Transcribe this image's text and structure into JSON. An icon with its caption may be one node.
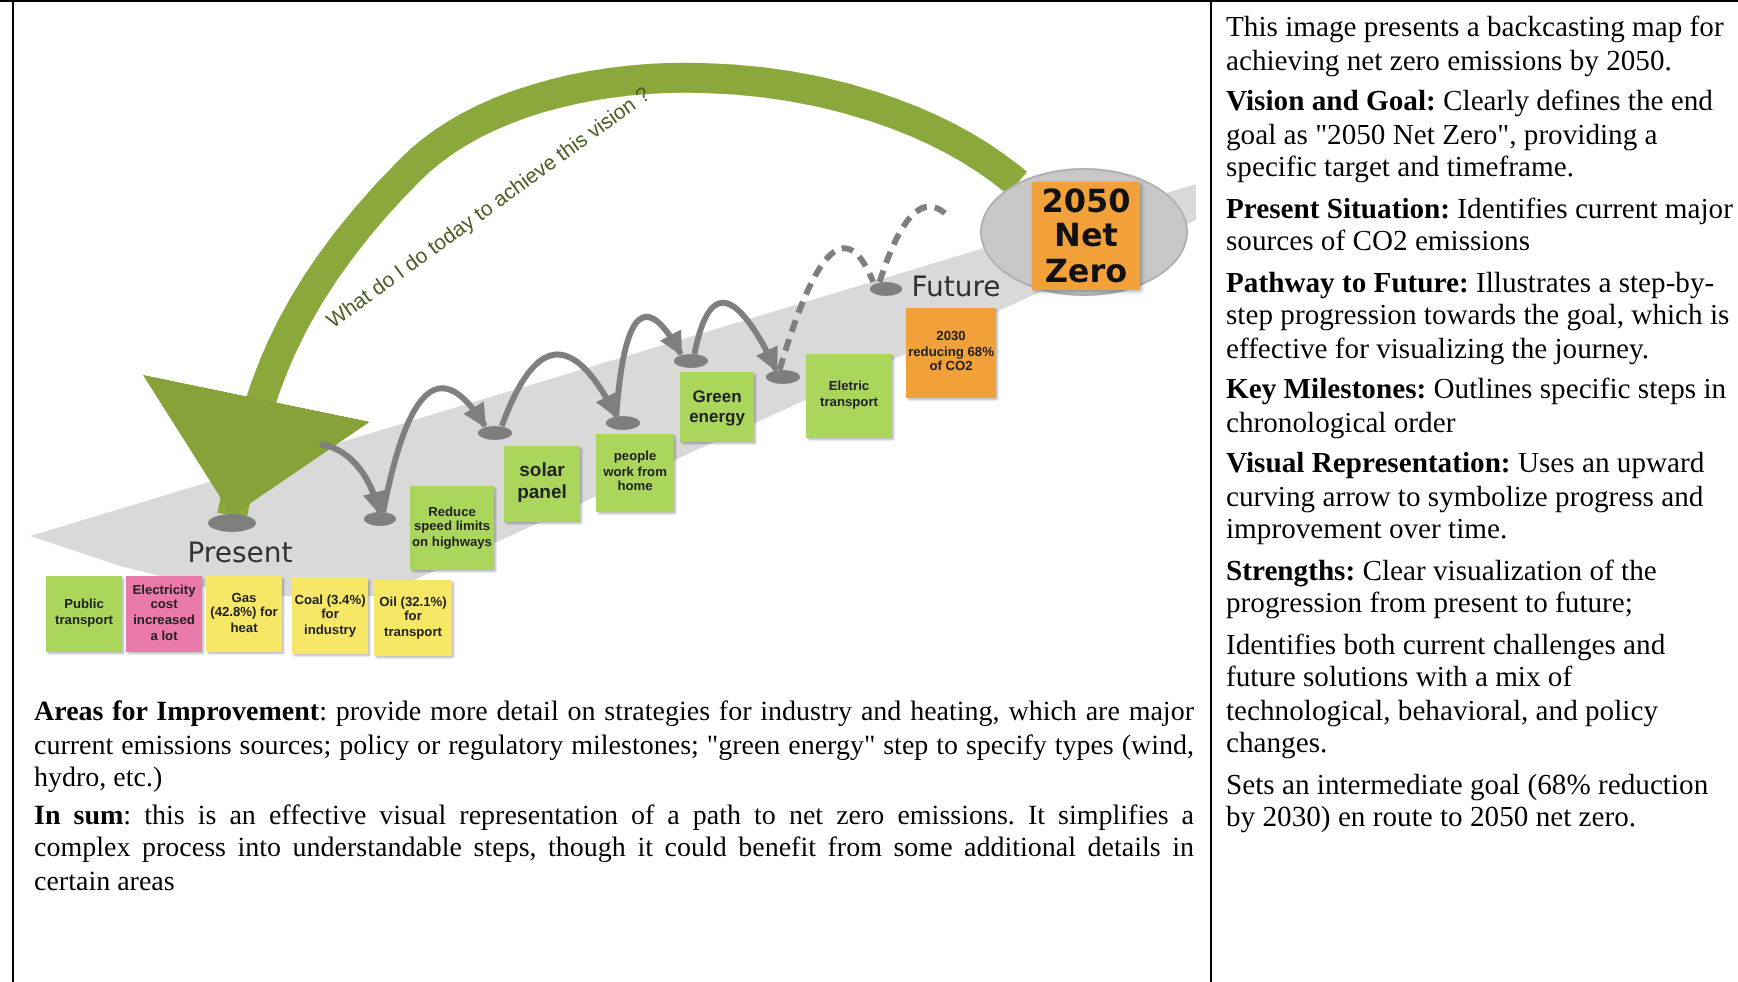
{
  "diagram": {
    "nodes": [
      {
        "text": [],
        "shape": "ellipse"
      },
      {
        "text": [
          "2050 Net Zero"
        ],
        "in": 0
      },
      {
        "text": [],
        "shape": "ellipse"
      },
      {
        "text": [],
        "shape": "ellipse"
      },
      {
        "text": [],
        "shape": "ellipse"
      },
      {
        "text": [],
        "shape": "ellipse"
      },
      {
        "text": [],
        "shape": "ellipse"
      },
      {
        "text": [],
        "shape": "ellipse"
      },
      {
        "text": [],
        "shape": "ellipse"
      },
      {
        "text": [
          "Future"
        ]
      },
      {
        "text": [
          "2030 reducing 68% of CO2"
        ]
      },
      {
        "text": [
          "Eletric transport"
        ]
      },
      {
        "text": [
          "Green energy"
        ]
      },
      {
        "text": [
          "people work from home"
        ]
      },
      {
        "text": [
          "solar panel"
        ]
      },
      {
        "text": [
          "Reduce speed limits on highways"
        ]
      },
      {
        "text": [
          "Present"
        ]
      },
      {
        "text": [
          "Public transport"
        ]
      },
      {
        "text": [
          "Electricity cost increased a lot"
        ]
      },
      {
        "text": [
          "Gas (42.8%) for heat"
        ]
      },
      {
        "text": [
          "Coal (3.4%) for industry"
        ]
      },
      {
        "text": [
          "Oil (32.1%) for transport"
        ]
      }
    ],
    "edges": [
      {
        "from": 0,
        "to": 2,
        "arrow": "to",
        "label": "What do I do today to achieve this vision ?",
        "style": "thick",
        "color": "#8aa83c"
      },
      {
        "from": null,
        "to": 3,
        "arrow": "to"
      },
      {
        "from": 3,
        "to": 4,
        "arrow": "to"
      },
      {
        "from": 4,
        "to": 5,
        "arrow": "to"
      },
      {
        "from": 5,
        "to": 6,
        "arrow": "to"
      },
      {
        "from": 6,
        "to": 7,
        "arrow": "to"
      },
      {
        "from": 7,
        "to": 8,
        "arrow": "none",
        "style": "dashed"
      },
      {
        "from": 8,
        "to": null,
        "arrow": "none",
        "style": "dashed"
      }
    ],
    "labels": [
      "**Areas for Improvement**: provide more detail on strategies for industry and heating, which are major current emissions sources; policy or regulatory milestones;  \"green energy\" step to specify types (wind, hydro, etc.)",
      "**In sum**: this is an effective visual representation of a path to net zero emissions. It simplifies a complex process into understandable steps, though it could benefit from some additional details in certain areas",
      "This image presents a backcasting map for achieving net zero emissions by 2050.",
      "**Vision and Goal:** Clearly defines the end goal as \"2050 Net Zero\", providing a specific target and timeframe.",
      "**Present Situation:** Identifies current major sources of CO2 emissions",
      "**Pathway to Future:** Illustrates a step-by-step progression towards the goal, which is effective for visualizing the journey.",
      "**Key Milestones:** Outlines specific steps in chronological order",
      "**Visual Representation:** Uses an upward curving arrow to symbolize progress and improvement over time.",
      "**Strengths:** Clear visualization of the progression from present to future;",
      "Identifies both current challenges and future solutions with a mix of technological, behavioral, and policy changes.",
      "Sets an intermediate goal (68% reduction by 2030) en route to 2050 net zero."
    ]
  }
}
